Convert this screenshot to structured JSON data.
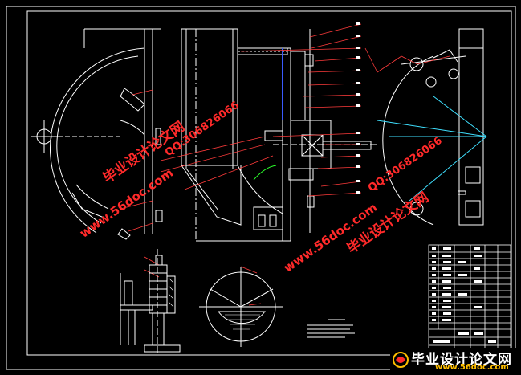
{
  "watermarks": {
    "site": "www.56doc.com",
    "cn": "毕业设计论文网",
    "qq": "QQ:306826066"
  },
  "footer": {
    "cn": "毕业设计论文网",
    "url": "www.56doc.com"
  },
  "colors": {
    "line": "#ffffff",
    "leader": "#ff3b3b",
    "accent_green": "#2aff2a",
    "accent_cyan": "#3fe0ff",
    "accent_blue": "#3a5bff",
    "watermark": "#ff2a2a",
    "footer_url": "#ffbf00"
  }
}
